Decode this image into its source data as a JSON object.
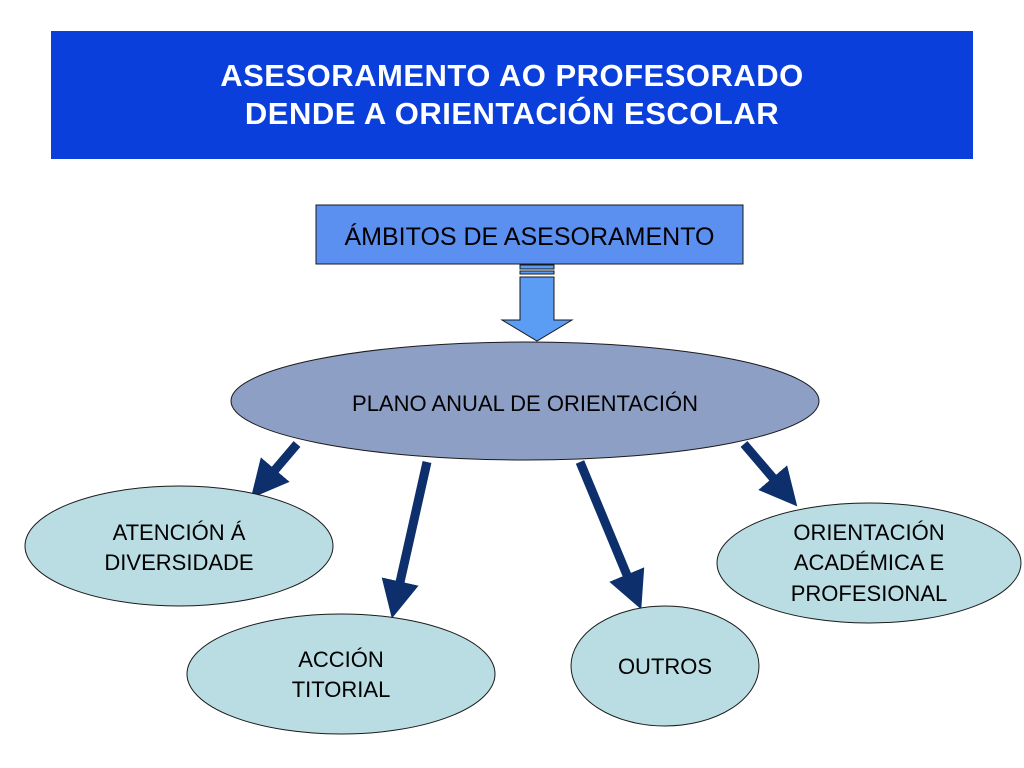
{
  "title": {
    "line1": "ASESORAMENTO AO PROFESORADO",
    "line2": "DENDE A ORIENTACIÓN ESCOLAR"
  },
  "top_box": {
    "label": "ÁMBITOS DE ASESORAMENTO"
  },
  "center_node": {
    "label": "PLANO ANUAL DE ORIENTACIÓN"
  },
  "nodes": {
    "diversidade": {
      "line1": "ATENCIÓN Á",
      "line2": "DIVERSIDADE"
    },
    "titorial": {
      "line1": "ACCIÓN",
      "line2": "TITORIAL"
    },
    "outros": {
      "line1": "OUTROS"
    },
    "academica": {
      "line1": "ORIENTACIÓN",
      "line2": "ACADÉMICA E",
      "line3": "PROFESIONAL"
    }
  },
  "colors": {
    "banner": "#0a3fdb",
    "top_box": "#5b8ff0",
    "center_node": "#8e9fc6",
    "leaf_node": "#b9dde3",
    "arrow": "#0d2f6b",
    "block_arrow": "#5b9cf5"
  }
}
